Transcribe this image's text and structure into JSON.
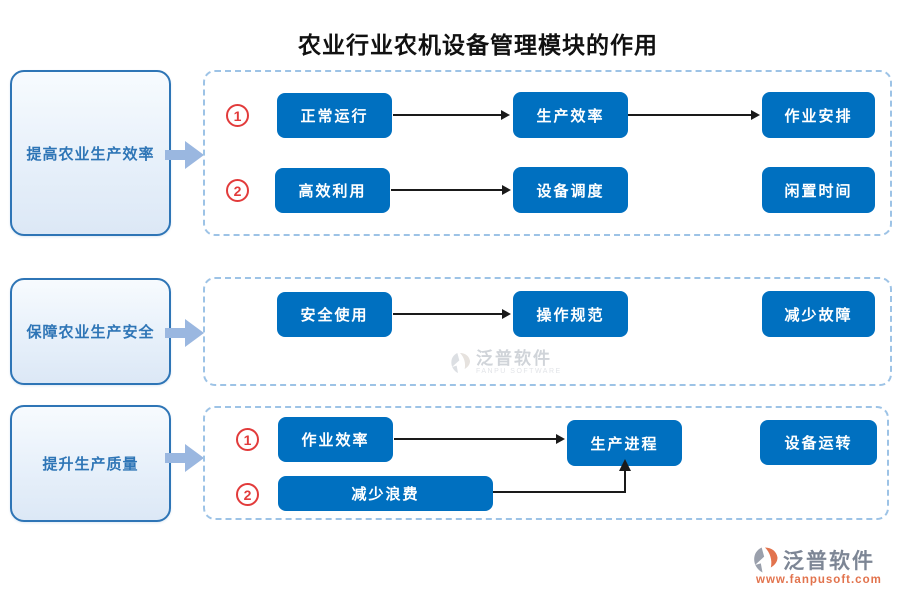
{
  "title": "农业行业农机设备管理模块的作用",
  "causes": [
    "提高农业生产效率",
    "保障农业生产安全",
    "提升生产质量"
  ],
  "sections": [
    {
      "rows": [
        {
          "num": "1",
          "boxes": [
            "正常运行",
            "生产效率",
            "作业安排"
          ]
        },
        {
          "num": "2",
          "boxes": [
            "高效利用",
            "设备调度",
            "闲置时间"
          ]
        }
      ]
    },
    {
      "rows": [
        {
          "boxes": [
            "安全使用",
            "操作规范",
            "减少故障"
          ]
        }
      ]
    },
    {
      "rows": [
        {
          "num": "1",
          "boxes": [
            "作业效率",
            "生产进程",
            "设备运转"
          ]
        },
        {
          "num": "2",
          "boxes": [
            "减少浪费"
          ]
        }
      ]
    }
  ],
  "watermark": {
    "name": "泛普软件",
    "sub": "FANPU SOFTWARE"
  },
  "brand": {
    "name": "泛普软件",
    "url": "www.fanpusoft.com"
  },
  "colors": {
    "button_blue": "#0070c0",
    "panel_dash_blue": "#9dc3e6",
    "cause_border_blue": "#2e75b6",
    "number_red": "#e23b3b",
    "block_arrow_blue": "#9ab7e0",
    "connector_black": "#1a1a1a",
    "brand_gray": "#7d8695",
    "brand_orange": "#e2734d"
  }
}
